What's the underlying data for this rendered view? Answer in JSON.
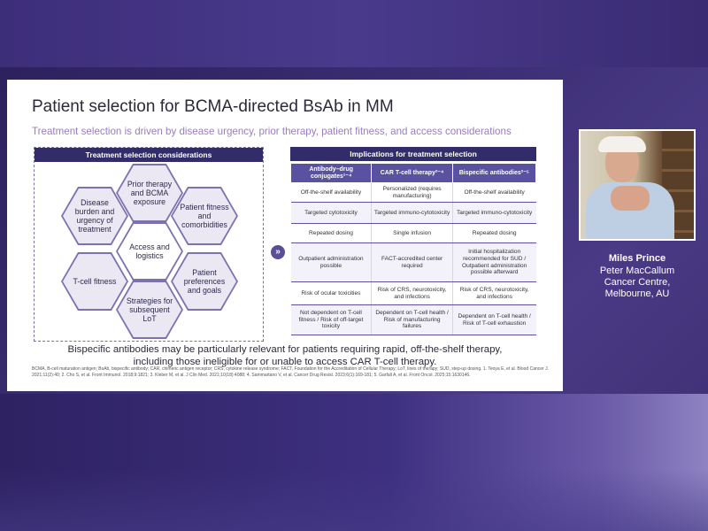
{
  "slide": {
    "title": "Patient selection for BCMA-directed BsAb in MM",
    "subtitle": "Treatment selection is driven by disease urgency, prior therapy, patient fitness, and access considerations",
    "left_header": "Treatment selection considerations",
    "hexagons": {
      "disease": "Disease burden and urgency of treatment",
      "prior": "Prior therapy and BCMA exposure",
      "fitness": "Patient fitness and comorbidities",
      "access": "Access and logistics",
      "tcell": "T-cell fitness",
      "preferences": "Patient preferences and goals",
      "strategies": "Strategies for subsequent LoT"
    },
    "arrow_glyph": "»",
    "right_header": "Implications for treatment selection",
    "columns": [
      "Antibody–drug conjugates¹⁻⁴",
      "CAR T-cell therapy²⁻⁴",
      "Bispecific antibodies²⁻⁵"
    ],
    "rows": [
      [
        "Off-the-shelf availability",
        "Personalized (requires manufacturing)",
        "Off-the-shelf availability"
      ],
      [
        "Targeted cytotoxicity",
        "Targeted immuno-cytotoxicity",
        "Targeted immuno-cytotoxicity"
      ],
      [
        "Repeated dosing",
        "Single infusion",
        "Repeated dosing"
      ],
      [
        "Outpatient administration possible",
        "FACT-accredited center required",
        "Initial hospitalization recommended for SUD / Outpatient administration possible afterward"
      ],
      [
        "Risk of ocular toxicities",
        "Risk of CRS, neurotoxicity, and infections",
        "Risk of CRS, neurotoxicity, and infections"
      ],
      [
        "Not dependent on T-cell fitness / Risk of off-target toxicity",
        "Dependent on T-cell health / Risk of manufacturing failures",
        "Dependent on T-cell health / Risk of T-cell exhaustion"
      ]
    ],
    "conclusion_line1": "Bispecific antibodies may be particularly relevant for patients requiring rapid, off-the-shelf therapy,",
    "conclusion_line2": "including those ineligible for or unable to access CAR T-cell therapy.",
    "footnote": "BCMA, B-cell maturation antigen; BsAb, bispecific antibody; CAR, chimeric antigen receptor; CRS, cytokine release syndrome; FACT, Foundation for the Accreditation of Cellular Therapy; LoT, lines of therapy; SUD, step-up dosing. 1. Teoya E, et al. Blood Cancer J. 2021;11(2):40; 2. Cho S, et al. Front Immunol. 2018;9:1821; 3. Kleber M, et al. J Clin Med. 2021;10(18):4088; 4. Sammartano V, et al. Cancer Drug Resist. 2023;6(1):169-181; 5. Garfall A, et al. Front Oncol. 2025;15:1630146."
  },
  "speaker": {
    "name": "Miles Prince",
    "affiliation_line1": "Peter MacCallum",
    "affiliation_line2": "Cancer Centre,",
    "affiliation_line3": "Melbourne, AU"
  }
}
